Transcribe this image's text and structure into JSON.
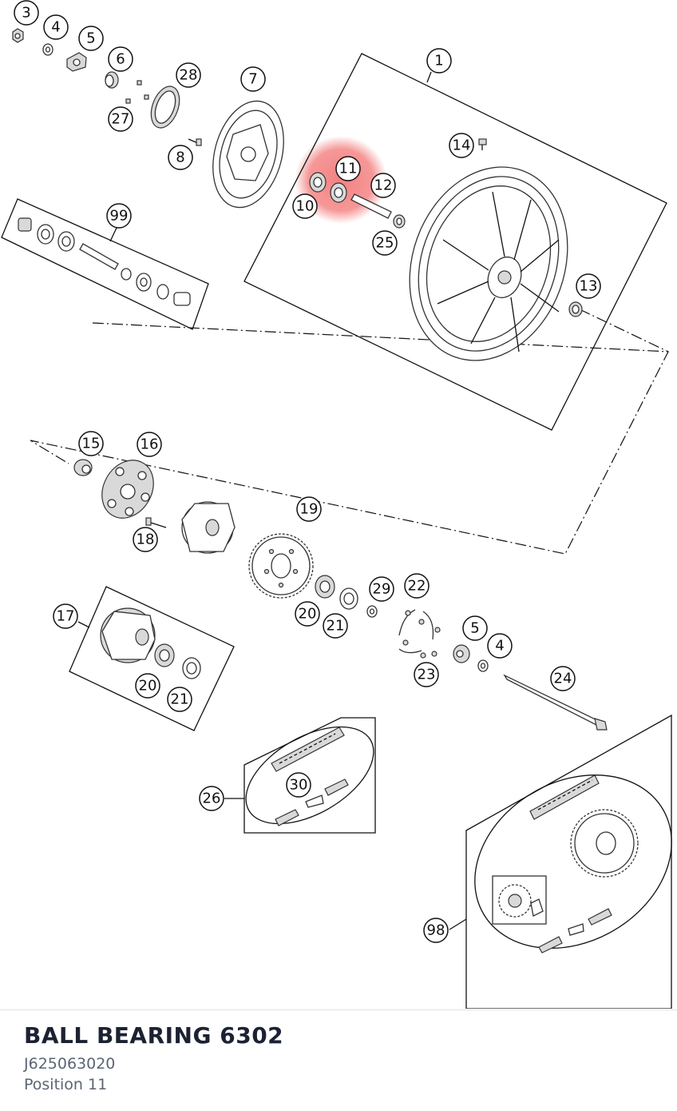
{
  "callouts": [
    {
      "id": "c3",
      "label": "3"
    },
    {
      "id": "c4a",
      "label": "4"
    },
    {
      "id": "c5a",
      "label": "5"
    },
    {
      "id": "c6",
      "label": "6"
    },
    {
      "id": "c28",
      "label": "28"
    },
    {
      "id": "c27",
      "label": "27"
    },
    {
      "id": "c7",
      "label": "7"
    },
    {
      "id": "c8",
      "label": "8"
    },
    {
      "id": "c1",
      "label": "1"
    },
    {
      "id": "c14",
      "label": "14"
    },
    {
      "id": "c11",
      "label": "11"
    },
    {
      "id": "c12",
      "label": "12"
    },
    {
      "id": "c10",
      "label": "10"
    },
    {
      "id": "c25",
      "label": "25"
    },
    {
      "id": "c99",
      "label": "99"
    },
    {
      "id": "c13",
      "label": "13"
    },
    {
      "id": "c15",
      "label": "15"
    },
    {
      "id": "c16",
      "label": "16"
    },
    {
      "id": "c18",
      "label": "18"
    },
    {
      "id": "c19",
      "label": "19"
    },
    {
      "id": "c29",
      "label": "29"
    },
    {
      "id": "c22",
      "label": "22"
    },
    {
      "id": "c20a",
      "label": "20"
    },
    {
      "id": "c21a",
      "label": "21"
    },
    {
      "id": "c17",
      "label": "17"
    },
    {
      "id": "c20b",
      "label": "20"
    },
    {
      "id": "c21b",
      "label": "21"
    },
    {
      "id": "c5b",
      "label": "5"
    },
    {
      "id": "c4b",
      "label": "4"
    },
    {
      "id": "c23",
      "label": "23"
    },
    {
      "id": "c24",
      "label": "24"
    },
    {
      "id": "c26",
      "label": "26"
    },
    {
      "id": "c30",
      "label": "30"
    },
    {
      "id": "c98",
      "label": "98"
    }
  ],
  "highlight": {
    "position": "11",
    "color": "#f26b6b"
  },
  "part": {
    "name": "BALL BEARING 6302",
    "number": "J625063020",
    "position_text": "Position 11"
  }
}
